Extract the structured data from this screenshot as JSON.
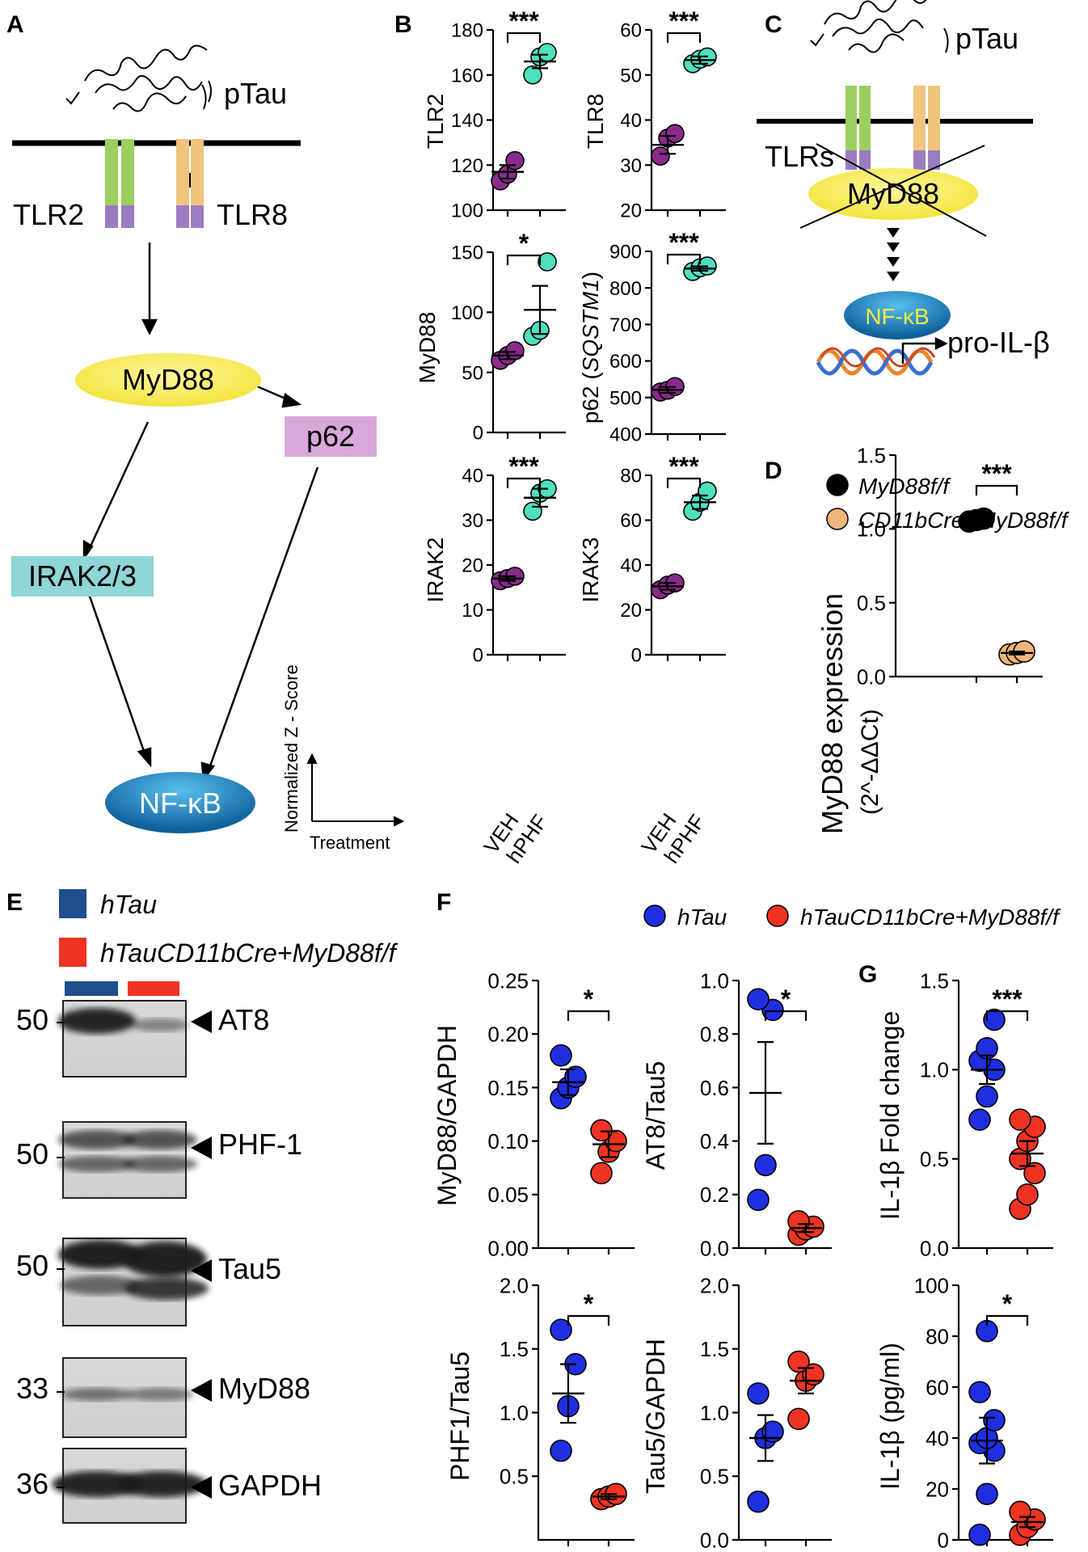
{
  "panel_labels": [
    "A",
    "B",
    "C",
    "D",
    "E",
    "F",
    "G"
  ],
  "colors": {
    "veh": "#8a2a8c",
    "hphf": "#4fe0c0",
    "myd88ff": "#000000",
    "cd11b": "#f0b57a",
    "htau": "#1f2fe0",
    "htau_ko": "#ee3322",
    "tlr_green": "#9ccf5f",
    "tlr_orange": "#f0c37f",
    "tlr_purple": "#9b7cc0",
    "myd88_fill": "#f5e84a",
    "p62_fill": "#d8a8d8",
    "irak_fill": "#8fd6d6",
    "nfkb_fill": "#1e8fc8",
    "legend_htau_box": "#1f4e8c",
    "legend_ko_box": "#ee3322"
  },
  "diagram_a": {
    "ptau_label": "pTau",
    "tlr2": "TLR2",
    "tlr8": "TLR8",
    "myd88": "MyD88",
    "p62": "p62",
    "irak": "IRAK2/3",
    "nfkb": "NF-κB",
    "axis_y": "Normalized Z - Score",
    "axis_x": "Treatment"
  },
  "diagram_c": {
    "ptau_label": "pTau",
    "tlrs": "TLRs",
    "myd88": "MyD88",
    "nfkb": "NF-κB",
    "pro_il": "pro-IL-β"
  },
  "chart_data": [
    {
      "id": "B-TLR2",
      "type": "scatter",
      "ylabel": "TLR2",
      "ylim": [
        100,
        180
      ],
      "yticks": [
        100,
        120,
        140,
        160,
        180
      ],
      "categories": [
        "VEH",
        "hPHF"
      ],
      "sig": "***",
      "series": [
        {
          "name": "VEH",
          "values": [
            113,
            116,
            122
          ],
          "mean": 117,
          "sem": 3
        },
        {
          "name": "hPHF",
          "values": [
            160,
            168,
            170
          ],
          "mean": 166,
          "sem": 3
        }
      ]
    },
    {
      "id": "B-TLR8",
      "type": "scatter",
      "ylabel": "TLR8",
      "ylim": [
        20,
        60
      ],
      "yticks": [
        20,
        30,
        40,
        50,
        60
      ],
      "categories": [
        "VEH",
        "hPHF"
      ],
      "sig": "***",
      "series": [
        {
          "name": "VEH",
          "values": [
            32,
            36,
            37
          ],
          "mean": 34.5,
          "sem": 2
        },
        {
          "name": "hPHF",
          "values": [
            52.5,
            53.5,
            54
          ],
          "mean": 53.3,
          "sem": 0.8
        }
      ]
    },
    {
      "id": "B-MyD88",
      "type": "scatter",
      "ylabel": "MyD88",
      "ylim": [
        0,
        150
      ],
      "yticks": [
        0,
        50,
        100,
        150
      ],
      "categories": [
        "VEH",
        "hPHF"
      ],
      "sig": "*",
      "series": [
        {
          "name": "VEH",
          "values": [
            60,
            64,
            68
          ],
          "mean": 64,
          "sem": 3
        },
        {
          "name": "hPHF",
          "values": [
            80,
            85,
            142
          ],
          "mean": 102,
          "sem": 20
        }
      ]
    },
    {
      "id": "B-p62",
      "type": "scatter",
      "ylabel": "p62 (SQSTM1)",
      "ylim": [
        400,
        900
      ],
      "yticks": [
        400,
        500,
        600,
        700,
        800,
        900
      ],
      "categories": [
        "VEH",
        "hPHF"
      ],
      "sig": "***",
      "series": [
        {
          "name": "VEH",
          "values": [
            515,
            520,
            530
          ],
          "mean": 521,
          "sem": 8
        },
        {
          "name": "hPHF",
          "values": [
            845,
            855,
            860
          ],
          "mean": 853,
          "sem": 6
        }
      ]
    },
    {
      "id": "B-IRAK2",
      "type": "scatter",
      "ylabel": "IRAK2",
      "ylim": [
        0,
        40
      ],
      "yticks": [
        0,
        10,
        20,
        30,
        40
      ],
      "categories": [
        "VEH",
        "hPHF"
      ],
      "sig": "***",
      "series": [
        {
          "name": "VEH",
          "values": [
            16.5,
            17,
            17.5
          ],
          "mean": 17,
          "sem": 0.5
        },
        {
          "name": "hPHF",
          "values": [
            32,
            36,
            37
          ],
          "mean": 35,
          "sem": 2
        }
      ]
    },
    {
      "id": "B-IRAK3",
      "type": "scatter",
      "ylabel": "IRAK3",
      "ylim": [
        0,
        80
      ],
      "yticks": [
        0,
        20,
        40,
        60,
        80
      ],
      "categories": [
        "VEH",
        "hPHF"
      ],
      "sig": "***",
      "series": [
        {
          "name": "VEH",
          "values": [
            29,
            31,
            32
          ],
          "mean": 30.5,
          "sem": 1.5
        },
        {
          "name": "hPHF",
          "values": [
            64,
            68,
            73
          ],
          "mean": 68,
          "sem": 3
        }
      ]
    },
    {
      "id": "D",
      "type": "scatter",
      "ylabel": "MyD88 expression",
      "ylabel2": "(2^-ΔΔCt)",
      "ylim": [
        0,
        1.5
      ],
      "yticks": [
        "0.0",
        "0.5",
        "1.0",
        "1.5"
      ],
      "sig": "***",
      "legend": [
        "MyD88f/f",
        "CD11bCre+MyD88f/f"
      ],
      "series": [
        {
          "name": "MyD88f/f",
          "values": [
            1.05,
            1.06,
            1.07
          ],
          "mean": 1.06,
          "sem": 0.01
        },
        {
          "name": "CD11bCre+MyD88f/f",
          "values": [
            0.15,
            0.16,
            0.17
          ],
          "mean": 0.16,
          "sem": 0.01
        }
      ]
    },
    {
      "id": "F-MyD88",
      "type": "scatter",
      "ylabel": "MyD88/GAPDH",
      "ylim": [
        0,
        0.25
      ],
      "yticks": [
        "0.00",
        "0.05",
        "0.10",
        "0.15",
        "0.20",
        "0.25"
      ],
      "sig": "*",
      "series": [
        {
          "name": "hTau",
          "values": [
            0.14,
            0.15,
            0.16,
            0.18
          ],
          "mean": 0.155,
          "sem": 0.012
        },
        {
          "name": "hTauCD11bCre+MyD88f/f",
          "values": [
            0.07,
            0.09,
            0.1,
            0.11
          ],
          "mean": 0.097,
          "sem": 0.012
        }
      ]
    },
    {
      "id": "F-AT8",
      "type": "scatter",
      "ylabel": "AT8/Tau5",
      "ylim": [
        0,
        1.0
      ],
      "yticks": [
        "0.0",
        "0.2",
        "0.4",
        "0.6",
        "0.8",
        "1.0"
      ],
      "sig": "*",
      "series": [
        {
          "name": "hTau",
          "values": [
            0.18,
            0.31,
            0.89,
            0.93
          ],
          "mean": 0.58,
          "sem": 0.19
        },
        {
          "name": "hTauCD11bCre+MyD88f/f",
          "values": [
            0.05,
            0.07,
            0.08,
            0.1
          ],
          "mean": 0.075,
          "sem": 0.015
        }
      ]
    },
    {
      "id": "F-PHF1",
      "type": "scatter",
      "ylabel": "PHF1/Tau5",
      "ylim": [
        0,
        2.0
      ],
      "yticks": [
        "0.5",
        "1.0",
        "1.5",
        "2.0"
      ],
      "sig": "*",
      "series": [
        {
          "name": "hTau",
          "values": [
            0.7,
            1.05,
            1.38,
            1.65
          ],
          "mean": 1.15,
          "sem": 0.23
        },
        {
          "name": "hTauCD11bCre+MyD88f/f",
          "values": [
            0.32,
            0.34,
            0.36
          ],
          "mean": 0.34,
          "sem": 0.02
        }
      ]
    },
    {
      "id": "F-Tau5",
      "type": "scatter",
      "ylabel": "Tau5/GAPDH",
      "ylim": [
        0,
        2.0
      ],
      "yticks": [
        "0.0",
        "0.5",
        "1.0",
        "1.5",
        "2.0"
      ],
      "sig": "",
      "series": [
        {
          "name": "hTau",
          "values": [
            0.3,
            0.8,
            0.85,
            1.15
          ],
          "mean": 0.8,
          "sem": 0.18
        },
        {
          "name": "hTauCD11bCre+MyD88f/f",
          "values": [
            0.95,
            1.25,
            1.3,
            1.4
          ],
          "mean": 1.25,
          "sem": 0.1
        }
      ]
    },
    {
      "id": "G-fold",
      "type": "scatter",
      "ylabel": "IL-1β Fold change",
      "ylim": [
        0,
        1.5
      ],
      "yticks": [
        "0.0",
        "0.5",
        "1.0",
        "1.5"
      ],
      "sig": "***",
      "series": [
        {
          "name": "hTau",
          "values": [
            0.72,
            0.85,
            1.0,
            1.05,
            1.12,
            1.28
          ],
          "mean": 1.0,
          "sem": 0.08
        },
        {
          "name": "hTauCD11bCre+MyD88f/f",
          "values": [
            0.22,
            0.3,
            0.42,
            0.5,
            0.6,
            0.68,
            0.72
          ],
          "mean": 0.53,
          "sem": 0.07
        }
      ]
    },
    {
      "id": "G-conc",
      "type": "scatter",
      "ylabel": "IL-1β (pg/ml)",
      "ylim": [
        0,
        100
      ],
      "yticks": [
        "0",
        "20",
        "40",
        "60",
        "80",
        "100"
      ],
      "sig": "*",
      "series": [
        {
          "name": "hTau",
          "values": [
            2,
            18,
            35,
            38,
            40,
            47,
            58,
            82
          ],
          "mean": 39,
          "sem": 9
        },
        {
          "name": "hTauCD11bCre+MyD88f/f",
          "values": [
            2,
            5,
            8,
            11
          ],
          "mean": 7,
          "sem": 2
        }
      ]
    }
  ],
  "legend_f": {
    "htau": "hTau",
    "ko": "hTauCD11bCre+MyD88f/f"
  },
  "legend_e": {
    "htau": "hTau",
    "ko": "hTauCD11bCre+MyD88f/f"
  },
  "blots": [
    {
      "mw": "50",
      "label": "AT8"
    },
    {
      "mw": "50",
      "label": "PHF-1"
    },
    {
      "mw": "50",
      "label": "Tau5"
    },
    {
      "mw": "33",
      "label": "MyD88"
    },
    {
      "mw": "36",
      "label": "GAPDH"
    }
  ]
}
